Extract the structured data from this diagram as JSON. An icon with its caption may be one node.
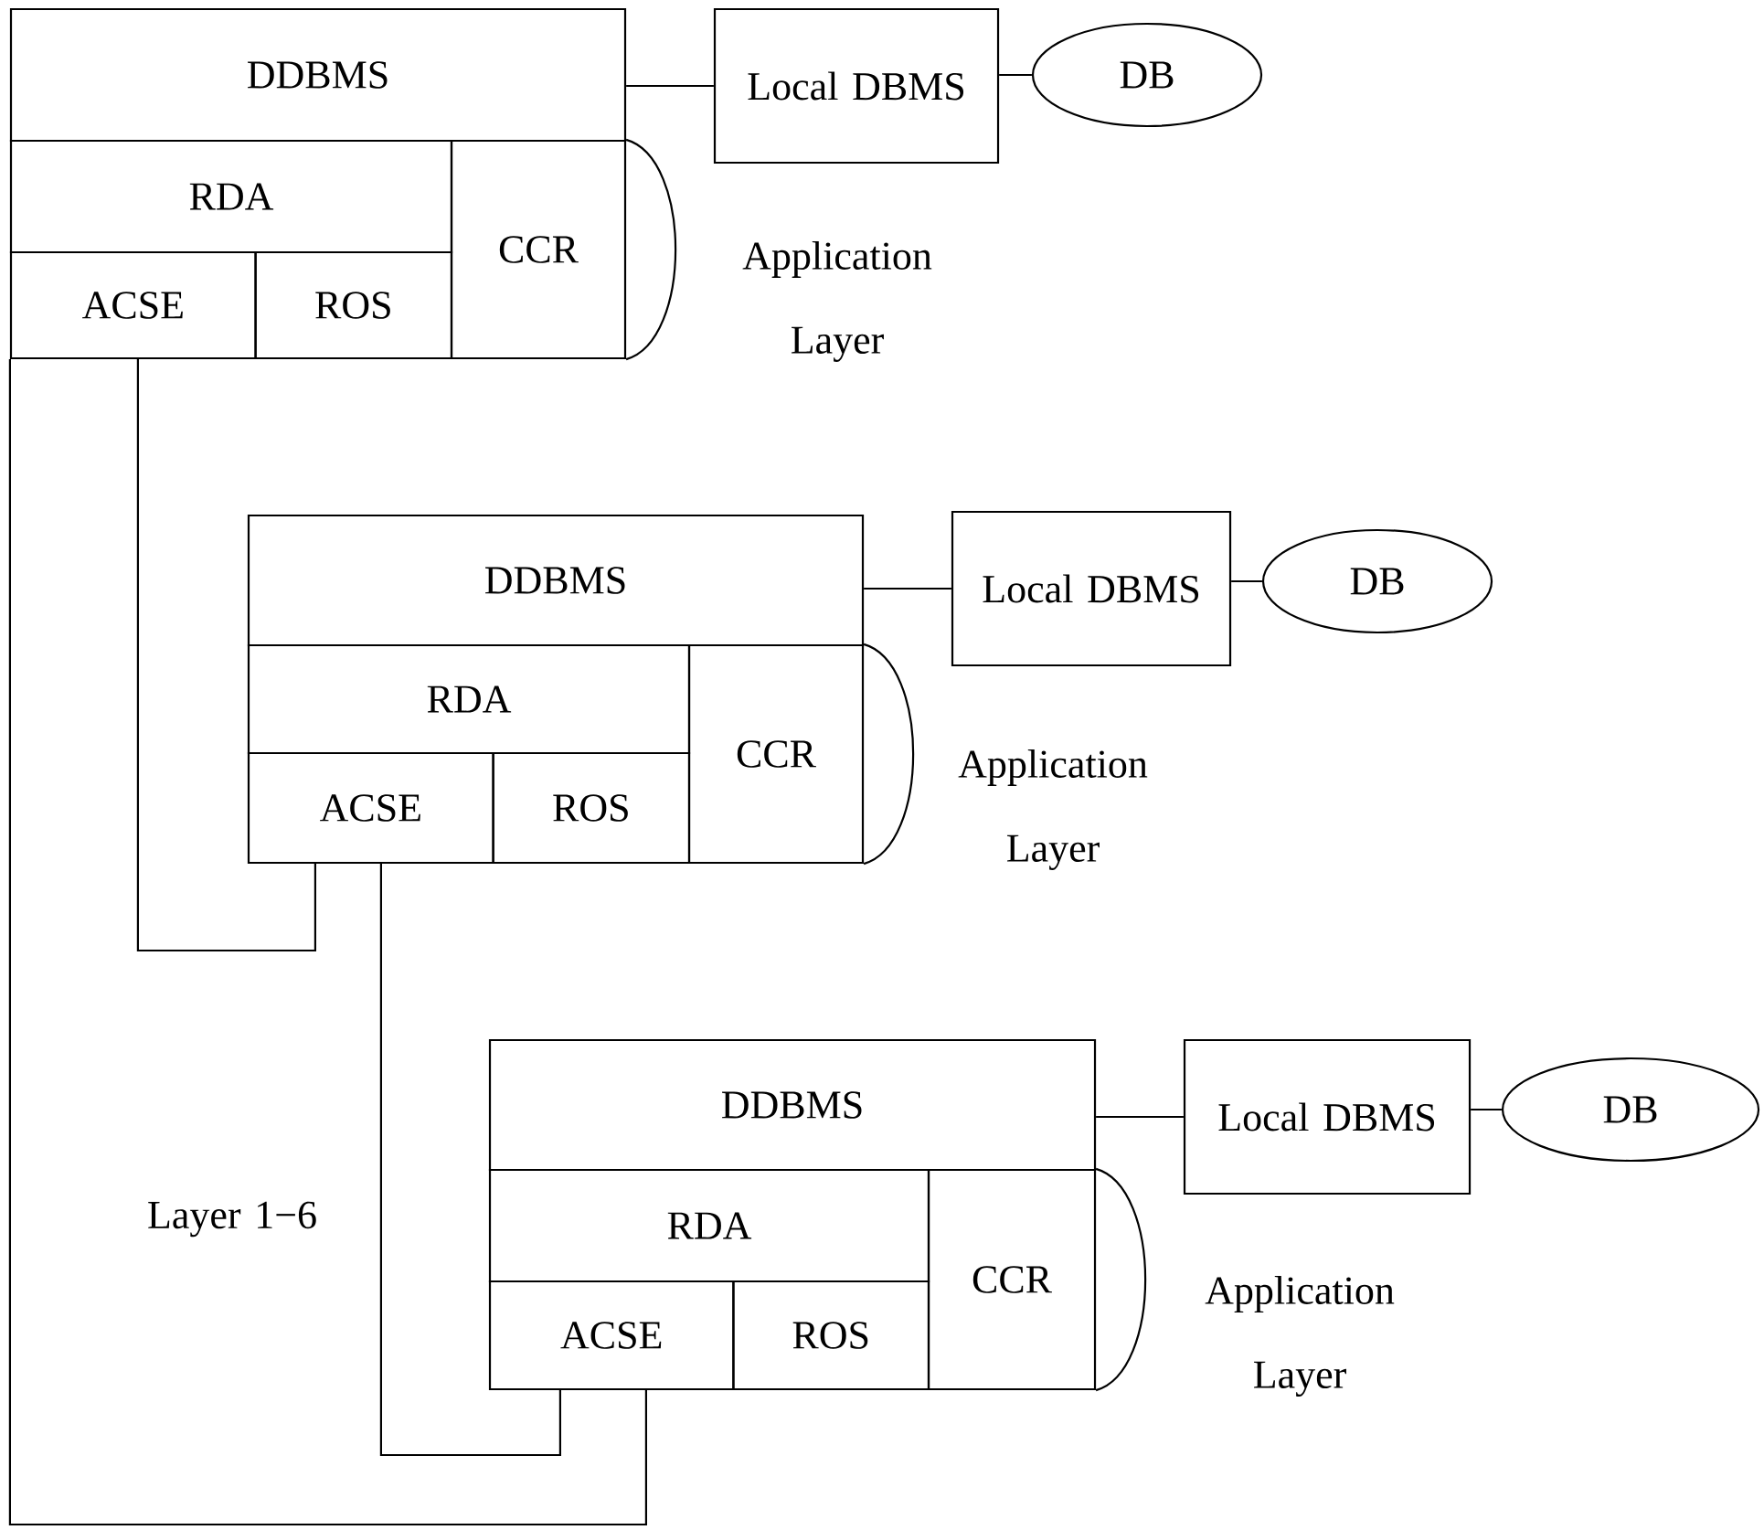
{
  "diagram": {
    "nodes": [
      {
        "text": [
          "DDBMS"
        ]
      },
      {
        "text": [
          "Local DBMS"
        ]
      },
      {
        "text": [
          "DB"
        ]
      },
      {
        "text": [
          "RDA"
        ]
      },
      {
        "text": [
          "CCR"
        ]
      },
      {
        "text": [
          "ACSE"
        ]
      },
      {
        "text": [
          "ROS"
        ]
      },
      {
        "text": [
          "DDBMS"
        ]
      },
      {
        "text": [
          "Local DBMS"
        ]
      },
      {
        "text": [
          "DB"
        ]
      },
      {
        "text": [
          "RDA"
        ]
      },
      {
        "text": [
          "CCR"
        ]
      },
      {
        "text": [
          "ACSE"
        ]
      },
      {
        "text": [
          "ROS"
        ]
      },
      {
        "text": [
          "DDBMS"
        ]
      },
      {
        "text": [
          "Local DBMS"
        ]
      },
      {
        "text": [
          "DB"
        ]
      },
      {
        "text": [
          "RDA"
        ]
      },
      {
        "text": [
          "CCR"
        ]
      },
      {
        "text": [
          "ACSE"
        ]
      },
      {
        "text": [
          "ROS"
        ]
      }
    ],
    "edges": [
      {
        "from": 0,
        "to": 1,
        "arrow": "none"
      },
      {
        "from": 1,
        "to": 2,
        "arrow": "none"
      },
      {
        "from": 7,
        "to": 8,
        "arrow": "none"
      },
      {
        "from": 8,
        "to": 9,
        "arrow": "none"
      },
      {
        "from": 14,
        "to": 15,
        "arrow": "none"
      },
      {
        "from": 15,
        "to": 16,
        "arrow": "none"
      },
      {
        "from": 5,
        "to": 12,
        "arrow": "none"
      },
      {
        "from": 5,
        "to": 19,
        "arrow": "none"
      },
      {
        "from": 12,
        "to": 19,
        "arrow": "none"
      }
    ],
    "labels": [
      "Application Layer",
      "Application Layer",
      "Layer 1−6",
      "Application Layer"
    ]
  }
}
